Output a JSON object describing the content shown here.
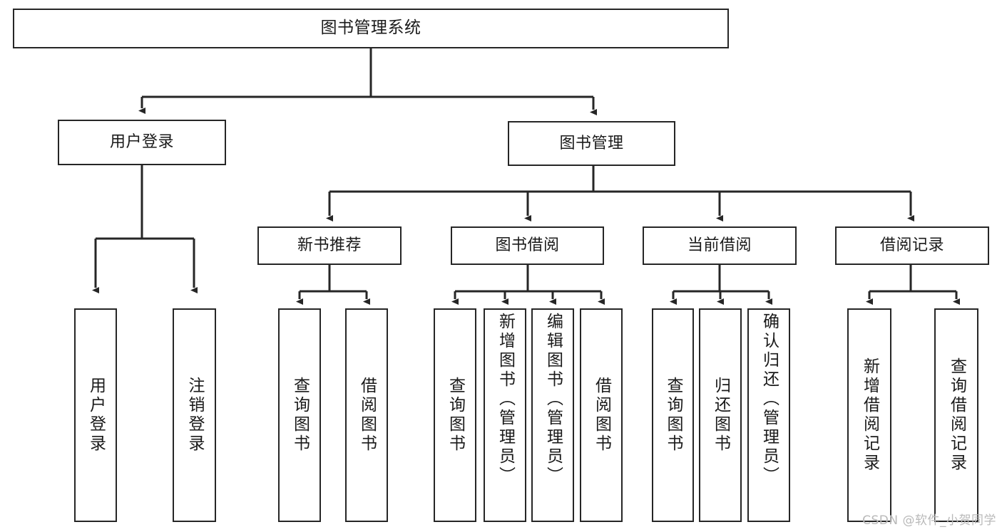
{
  "diagram": {
    "title": "图书管理系统",
    "type": "tree",
    "watermark": "CSDN @软件_小贺同学",
    "stroke_color": "#262626",
    "fill_color": "#ffffff",
    "text_color": "#1a1a1a",
    "watermark_color": "#b9b9b9"
  },
  "nodes": {
    "root": {
      "label": "图书管理系统"
    },
    "level2": [
      {
        "id": "user-login",
        "label": "用户登录"
      },
      {
        "id": "book-management",
        "label": "图书管理"
      }
    ],
    "level3": [
      {
        "id": "new-book-recommend",
        "label": "新书推荐"
      },
      {
        "id": "book-borrow",
        "label": "图书借阅"
      },
      {
        "id": "current-borrow",
        "label": "当前借阅"
      },
      {
        "id": "borrow-record",
        "label": "借阅记录"
      }
    ],
    "leaves": {
      "user-login": [
        {
          "id": "leaf-user-login",
          "label": "用户登录"
        },
        {
          "id": "leaf-user-logout",
          "label": "注销登录"
        }
      ],
      "new-book-recommend": [
        {
          "id": "leaf-query-book-1",
          "label": "查询图书"
        },
        {
          "id": "leaf-borrow-book-1",
          "label": "借阅图书"
        }
      ],
      "book-borrow": [
        {
          "id": "leaf-query-book-2",
          "label": "查询图书"
        },
        {
          "id": "leaf-add-book",
          "label": "新增图书（管理员）"
        },
        {
          "id": "leaf-edit-book",
          "label": "编辑图书（管理员）"
        },
        {
          "id": "leaf-borrow-book-2",
          "label": "借阅图书"
        }
      ],
      "current-borrow": [
        {
          "id": "leaf-query-book-3",
          "label": "查询图书"
        },
        {
          "id": "leaf-return-book",
          "label": "归还图书"
        },
        {
          "id": "leaf-confirm-return",
          "label": "确认归还（管理员）"
        }
      ],
      "borrow-record": [
        {
          "id": "leaf-add-record",
          "label": "新增借阅记录"
        },
        {
          "id": "leaf-query-record",
          "label": "查询借阅记录"
        }
      ]
    }
  }
}
